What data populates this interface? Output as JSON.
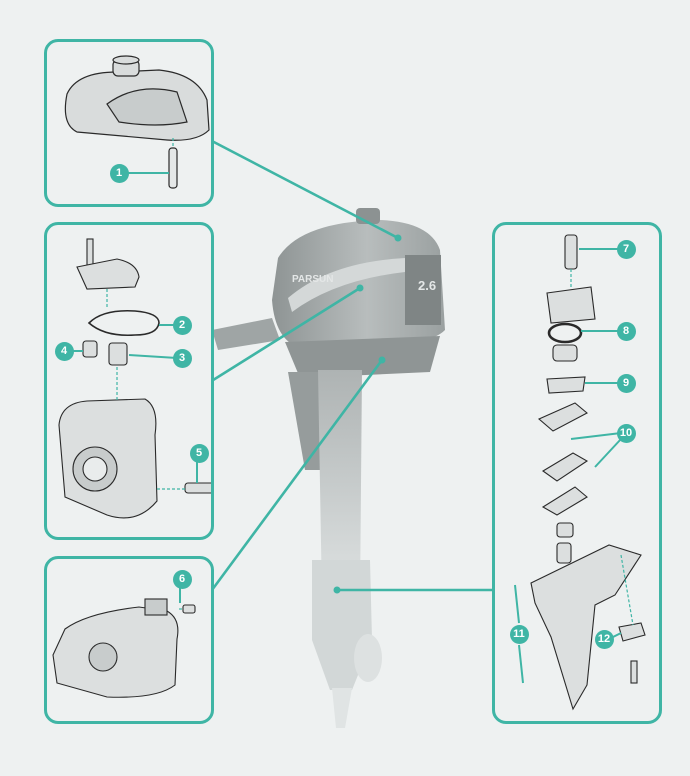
{
  "motor": {
    "brand_text": "PARSUN",
    "model_text": "2.6"
  },
  "colors": {
    "accent": "#3fb5a5",
    "part_stroke": "#2a2a2a",
    "motor_body": "#b7bcbc"
  },
  "callouts": [
    {
      "id": "1",
      "label": "1"
    },
    {
      "id": "2",
      "label": "2"
    },
    {
      "id": "3",
      "label": "3"
    },
    {
      "id": "4",
      "label": "4"
    },
    {
      "id": "5",
      "label": "5"
    },
    {
      "id": "6",
      "label": "6"
    },
    {
      "id": "7",
      "label": "7"
    },
    {
      "id": "8",
      "label": "8"
    },
    {
      "id": "9",
      "label": "9"
    },
    {
      "id": "10",
      "label": "10"
    },
    {
      "id": "11",
      "label": "11"
    },
    {
      "id": "12",
      "label": "12"
    }
  ]
}
